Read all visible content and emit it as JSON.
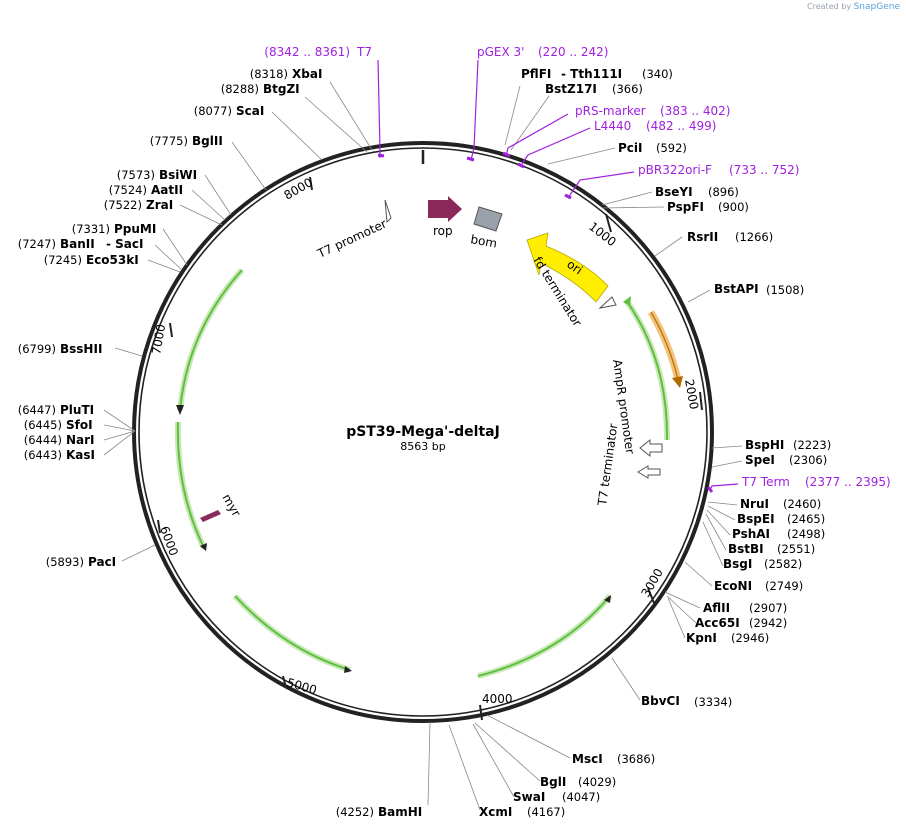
{
  "credit": {
    "prefix": "Created by",
    "brand": "SnapGene"
  },
  "plasmid": {
    "name": "pST39-Mega'-deltaJ",
    "size": "8563 bp"
  },
  "ticks": [
    "1000",
    "2000",
    "3000",
    "4000",
    "5000",
    "6000",
    "7000",
    "8000"
  ],
  "sites": [
    {
      "name": "XbaI",
      "pos": "(8318)"
    },
    {
      "name": "BtgZI",
      "pos": "(8288)"
    },
    {
      "name": "ScaI",
      "pos": "(8077)"
    },
    {
      "name": "BglII",
      "pos": "(7775)"
    },
    {
      "name": "BsiWI",
      "pos": "(7573)"
    },
    {
      "name": "AatII",
      "pos": "(7524)"
    },
    {
      "name": "ZraI",
      "pos": "(7522)"
    },
    {
      "name": "PpuMI",
      "pos": "(7331)"
    },
    {
      "name": "BanII",
      "pos": "(7247)"
    },
    {
      "name": "- SacI",
      "pos": ""
    },
    {
      "name": "Eco53kI",
      "pos": "(7245)"
    },
    {
      "name": "BssHII",
      "pos": "(6799)"
    },
    {
      "name": "PluTI",
      "pos": "(6447)"
    },
    {
      "name": "SfoI",
      "pos": "(6445)"
    },
    {
      "name": "NarI",
      "pos": "(6444)"
    },
    {
      "name": "KasI",
      "pos": "(6443)"
    },
    {
      "name": "PacI",
      "pos": "(5893)"
    },
    {
      "name": "BamHI",
      "pos": "(4252)"
    },
    {
      "name": "PflFI",
      "pos": ""
    },
    {
      "name": "- Tth111I",
      "pos": "(340)"
    },
    {
      "name": "BstZ17I",
      "pos": "(366)"
    },
    {
      "name": "PciI",
      "pos": "(592)"
    },
    {
      "name": "BseYI",
      "pos": "(896)"
    },
    {
      "name": "PspFI",
      "pos": "(900)"
    },
    {
      "name": "RsrII",
      "pos": "(1266)"
    },
    {
      "name": "BstAPI",
      "pos": "(1508)"
    },
    {
      "name": "BspHI",
      "pos": "(2223)"
    },
    {
      "name": "SpeI",
      "pos": "(2306)"
    },
    {
      "name": "NruI",
      "pos": "(2460)"
    },
    {
      "name": "BspEI",
      "pos": "(2465)"
    },
    {
      "name": "PshAI",
      "pos": "(2498)"
    },
    {
      "name": "BstBI",
      "pos": "(2551)"
    },
    {
      "name": "BsgI",
      "pos": "(2582)"
    },
    {
      "name": "EcoNI",
      "pos": "(2749)"
    },
    {
      "name": "AflII",
      "pos": "(2907)"
    },
    {
      "name": "Acc65I",
      "pos": "(2942)"
    },
    {
      "name": "KpnI",
      "pos": "(2946)"
    },
    {
      "name": "BbvCI",
      "pos": "(3334)"
    },
    {
      "name": "MscI",
      "pos": "(3686)"
    },
    {
      "name": "BglI",
      "pos": "(4029)"
    },
    {
      "name": "SwaI",
      "pos": "(4047)"
    },
    {
      "name": "XcmI",
      "pos": "(4167)"
    }
  ],
  "primers": [
    {
      "range": "(8342 .. 8361)",
      "name": "T7"
    },
    {
      "name": "pGEX 3'",
      "range": "(220 .. 242)"
    },
    {
      "name": "pRS-marker",
      "range": "(383 .. 402)"
    },
    {
      "name": "L4440",
      "range": "(482 .. 499)"
    },
    {
      "name": "pBR322ori-F",
      "range": "(733 .. 752)"
    },
    {
      "name": "T7 Term",
      "range": "(2377 .. 2395)"
    }
  ],
  "features": {
    "t7_promoter": "T7 promoter",
    "rop": "rop",
    "bom": "bom",
    "ori": "ori",
    "fd_terminator": "fd terminator",
    "ampr_promoter": "AmpR promoter",
    "t7_terminator": "T7 terminator",
    "myr": "myr"
  },
  "colors": {
    "primer": "#a020e0",
    "rop": "#8b2a5a",
    "bom": "#9aa1aa",
    "ori": "#ffee00",
    "orf_green": "#5fbf3f",
    "orange": "#e9a33b",
    "backbone": "#333333"
  }
}
